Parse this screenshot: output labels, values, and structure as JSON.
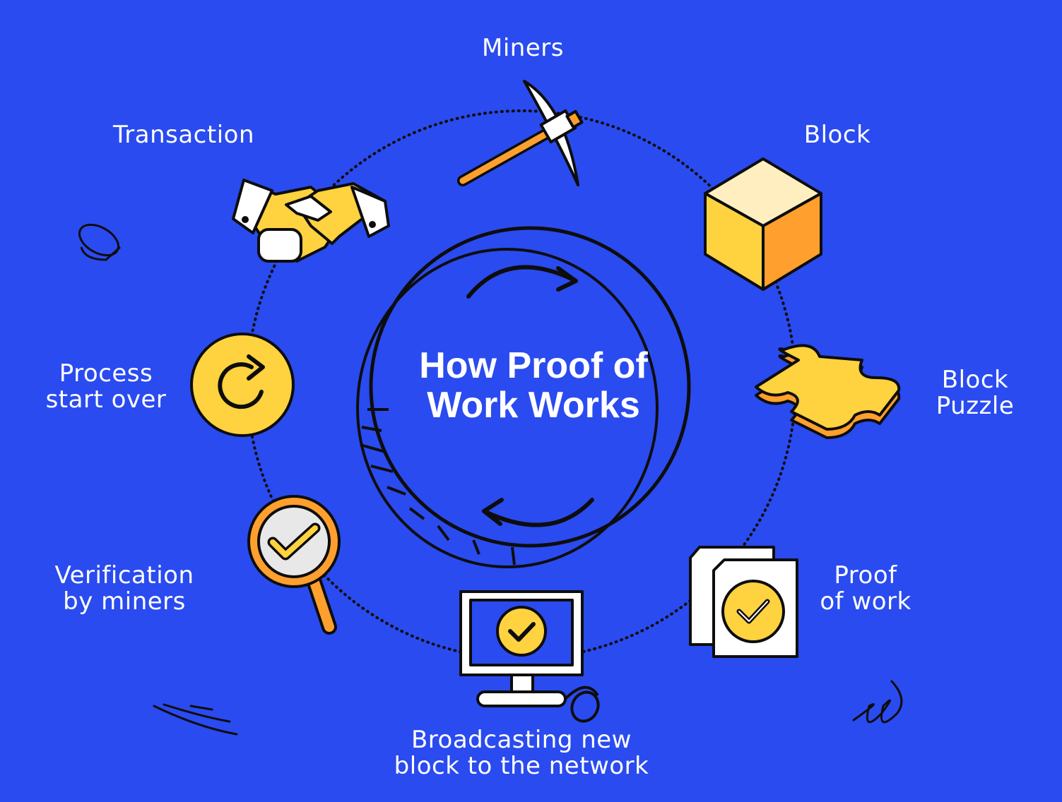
{
  "title": {
    "line1": "How Proof of",
    "line2": "Work Works"
  },
  "steps": [
    {
      "id": "miners",
      "lines": [
        "Miners"
      ],
      "icon": "pickaxe-icon"
    },
    {
      "id": "block",
      "lines": [
        "Block"
      ],
      "icon": "cube-icon"
    },
    {
      "id": "block-puzzle",
      "lines": [
        "Block",
        "Puzzle"
      ],
      "icon": "puzzle-piece-icon"
    },
    {
      "id": "proof-of-work",
      "lines": [
        "Proof",
        "of work"
      ],
      "icon": "documents-check-icon"
    },
    {
      "id": "broadcasting",
      "lines": [
        "Broadcasting new",
        "block to the network"
      ],
      "icon": "monitor-check-icon"
    },
    {
      "id": "verification",
      "lines": [
        "Verification",
        "by miners"
      ],
      "icon": "magnifier-check-icon"
    },
    {
      "id": "process-start-over",
      "lines": [
        "Process",
        "start over"
      ],
      "icon": "refresh-icon"
    },
    {
      "id": "transaction",
      "lines": [
        "Transaction"
      ],
      "icon": "handshake-icon"
    }
  ],
  "colors": {
    "background": "#2a4bf0",
    "yellow": "#ffd23f",
    "orange": "#ff9f2e",
    "outline": "#0d0d0d",
    "white": "#ffffff"
  }
}
